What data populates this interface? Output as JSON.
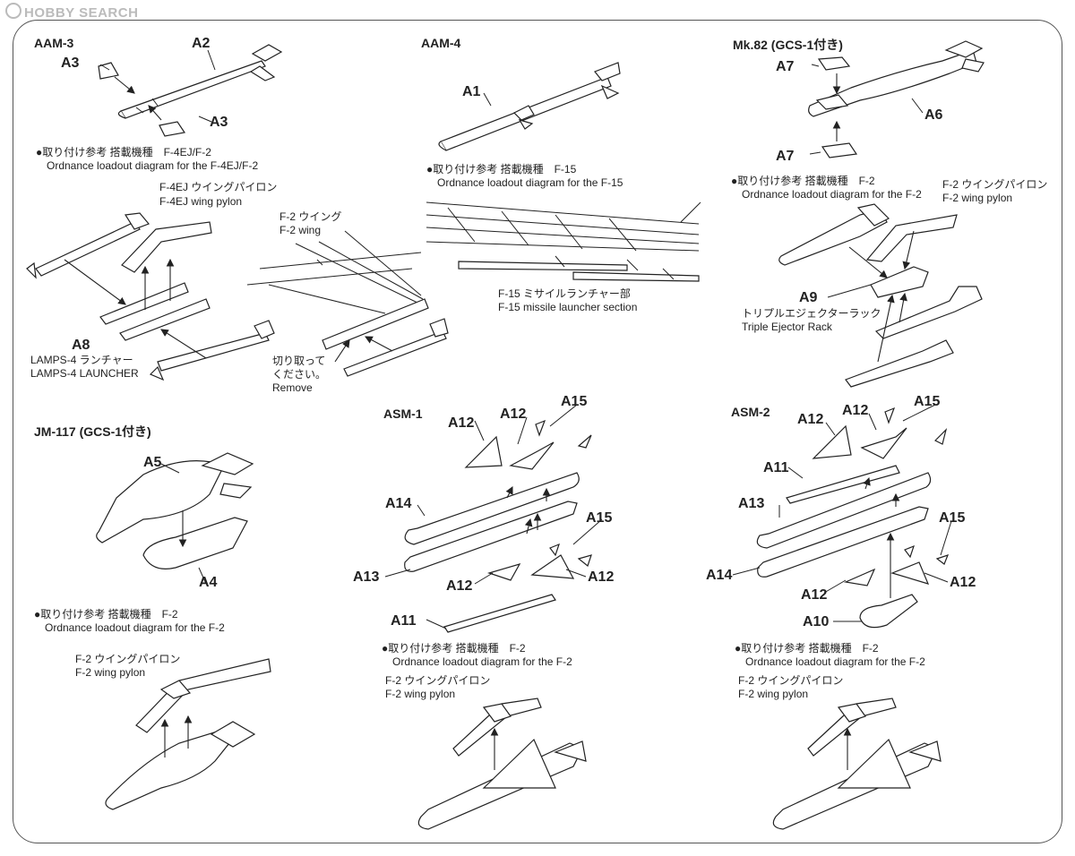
{
  "watermark": "HOBBY SEARCH",
  "sections": {
    "aam3": {
      "title": "AAM-3",
      "labels": [
        "A2",
        "A3",
        "A3"
      ],
      "note_jp": "●取り付け参考 搭載機種　F-4EJ/F-2",
      "note_en": "Ordnance loadout diagram for the F-4EJ/F-2",
      "pylon_jp": "F-4EJ ウイングパイロン",
      "pylon_en": "F-4EJ wing pylon",
      "launcher_label": "A8",
      "launcher_jp": "LAMPS-4 ランチャー",
      "launcher_en": "LAMPS-4 LAUNCHER",
      "wing_jp": "F-2 ウイング",
      "wing_en": "F-2 wing",
      "cut_jp1": "切り取って",
      "cut_jp2": "ください。",
      "cut_en": "Remove"
    },
    "aam4": {
      "title": "AAM-4",
      "label": "A1",
      "note_jp": "●取り付け参考 搭載機種　F-15",
      "note_en": "Ordnance loadout diagram for the F-15",
      "launcher_jp": "F-15 ミサイルランチャー部",
      "launcher_en": "F-15 missile launcher section"
    },
    "mk82": {
      "title": "Mk.82 (GCS-1付き)",
      "labels": [
        "A7",
        "A6",
        "A7"
      ],
      "note_jp": "●取り付け参考 搭載機種　F-2",
      "note_en": "Ordnance loadout diagram for the F-2",
      "pylon_jp": "F-2 ウイングパイロン",
      "pylon_en": "F-2 wing pylon",
      "rack_label": "A9",
      "rack_jp": "トリプルエジェクターラック",
      "rack_en": "Triple Ejector Rack"
    },
    "jm117": {
      "title": "JM-117 (GCS-1付き)",
      "labels": [
        "A5",
        "A4"
      ],
      "note_jp": "●取り付け参考 搭載機種　F-2",
      "note_en": "Ordnance loadout diagram for the F-2",
      "pylon_jp": "F-2 ウイングパイロン",
      "pylon_en": "F-2 wing pylon"
    },
    "asm1": {
      "title": "ASM-1",
      "labels": [
        "A12",
        "A12",
        "A15",
        "A14",
        "A15",
        "A13",
        "A12",
        "A12",
        "A11"
      ],
      "note_jp": "●取り付け参考 搭載機種　F-2",
      "note_en": "Ordnance loadout diagram for the F-2",
      "pylon_jp": "F-2 ウイングパイロン",
      "pylon_en": "F-2 wing pylon"
    },
    "asm2": {
      "title": "ASM-2",
      "labels": [
        "A12",
        "A12",
        "A15",
        "A11",
        "A13",
        "A15",
        "A14",
        "A12",
        "A12",
        "A10"
      ],
      "note_jp": "●取り付け参考 搭載機種　F-2",
      "note_en": "Ordnance loadout diagram for the F-2",
      "pylon_jp": "F-2 ウイングパイロン",
      "pylon_en": "F-2 wing pylon"
    }
  }
}
